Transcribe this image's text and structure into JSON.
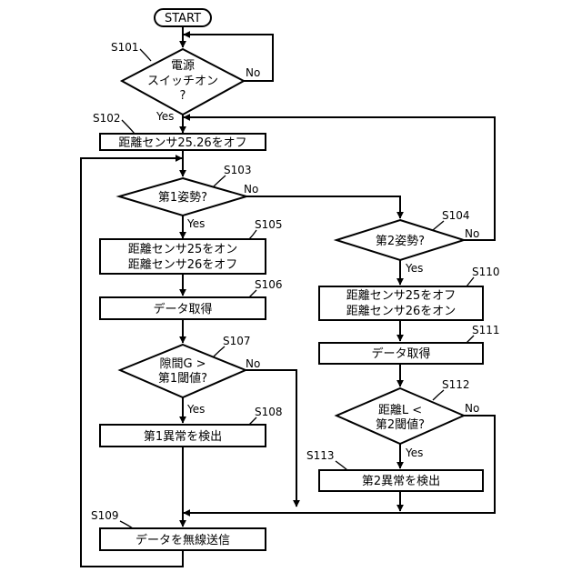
{
  "start": "START",
  "steps": {
    "s101": {
      "id": "S101",
      "lines": [
        "電源",
        "スイッチオン",
        "?"
      ]
    },
    "s102": {
      "id": "S102",
      "text": "距離センサ25.26をオフ"
    },
    "s103": {
      "id": "S103",
      "text": "第1姿勢?"
    },
    "s104": {
      "id": "S104",
      "text": "第2姿勢?"
    },
    "s105": {
      "id": "S105",
      "lines": [
        "距離センサ25をオン",
        "距離センサ26をオフ"
      ]
    },
    "s106": {
      "id": "S106",
      "text": "データ取得"
    },
    "s107": {
      "id": "S107",
      "lines": [
        "隙間G >",
        "第1閾値?"
      ]
    },
    "s108": {
      "id": "S108",
      "text": "第1異常を検出"
    },
    "s109": {
      "id": "S109",
      "text": "データを無線送信"
    },
    "s110": {
      "id": "S110",
      "lines": [
        "距離センサ25をオフ",
        "距離センサ26をオン"
      ]
    },
    "s111": {
      "id": "S111",
      "text": "データ取得"
    },
    "s112": {
      "id": "S112",
      "lines": [
        "距離L <",
        "第2閾値?"
      ]
    },
    "s113": {
      "id": "S113",
      "text": "第2異常を検出"
    }
  },
  "branch_labels": {
    "yes": "Yes",
    "no": "No"
  }
}
